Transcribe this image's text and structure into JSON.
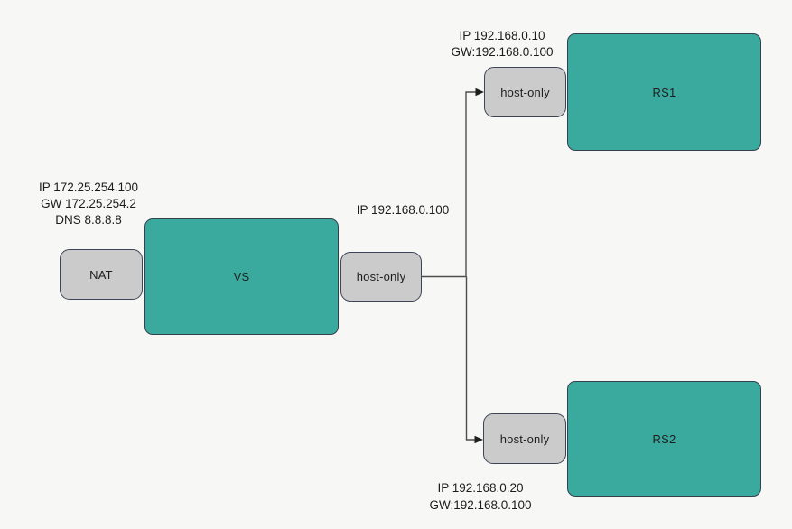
{
  "diagram": {
    "title": "virtual-network-topology",
    "colors": {
      "background": "#f7f7f5",
      "node_teal_fill": "#3aaa9e",
      "node_gray_fill": "#cbcbcb",
      "node_border": "#3a4150",
      "connector": "#4d4d4d",
      "text": "#1c1c1c"
    },
    "nodes": {
      "nat": {
        "label": "NAT",
        "type": "adapter"
      },
      "vs": {
        "label": "VS",
        "type": "machine"
      },
      "host_only_main": {
        "label": "host-only",
        "type": "adapter"
      },
      "host_only_rs1": {
        "label": "host-only",
        "type": "adapter"
      },
      "rs1": {
        "label": "RS1",
        "type": "machine"
      },
      "host_only_rs2": {
        "label": "host-only",
        "type": "adapter"
      },
      "rs2": {
        "label": "RS2",
        "type": "machine"
      }
    },
    "annotations": {
      "vs_nat": {
        "lines": [
          "IP 172.25.254.100",
          "GW 172.25.254.2",
          "DNS 8.8.8.8"
        ]
      },
      "vs_host_only": {
        "lines": [
          "IP 192.168.0.100"
        ]
      },
      "rs1": {
        "lines": [
          "IP 192.168.0.10",
          "GW:192.168.0.100"
        ]
      },
      "rs2": {
        "lines": [
          "IP 192.168.0.20",
          "GW:192.168.0.100"
        ]
      }
    },
    "connections": [
      {
        "from": "host_only_main",
        "to": "host_only_rs1",
        "arrow": "to"
      },
      {
        "from": "host_only_main",
        "to": "host_only_rs2",
        "arrow": "to"
      }
    ]
  }
}
